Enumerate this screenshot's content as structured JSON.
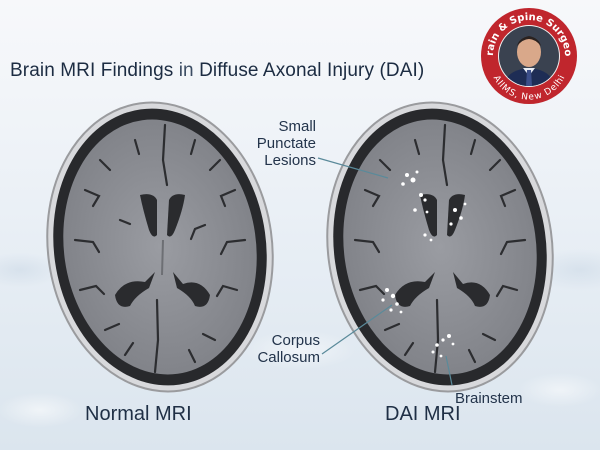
{
  "title": {
    "part1": "Brain MRI Findings",
    "part2": " in ",
    "part3": "Diffuse Axonal Injury (DAI)"
  },
  "badge": {
    "top_text": "Brain & Spine Surgeon",
    "bottom_text": "AIIMS, New Delhi",
    "ring_color": "#c0262d",
    "icon": "surgeon-portrait"
  },
  "panels": [
    {
      "caption": "Normal MRI"
    },
    {
      "caption": "DAI MRI"
    }
  ],
  "annotations": {
    "lesions": [
      "Small",
      "Punctate",
      "Lesions"
    ],
    "corpus": [
      "Corpus",
      "Callosum"
    ],
    "brainstem": "Brainstem"
  },
  "colors": {
    "text": "#1f2f45",
    "leader_line": "#5a8a9a",
    "lesion": "#ffffff",
    "brain_gray": "#8c8e93",
    "skull": "#2a2b2e"
  }
}
